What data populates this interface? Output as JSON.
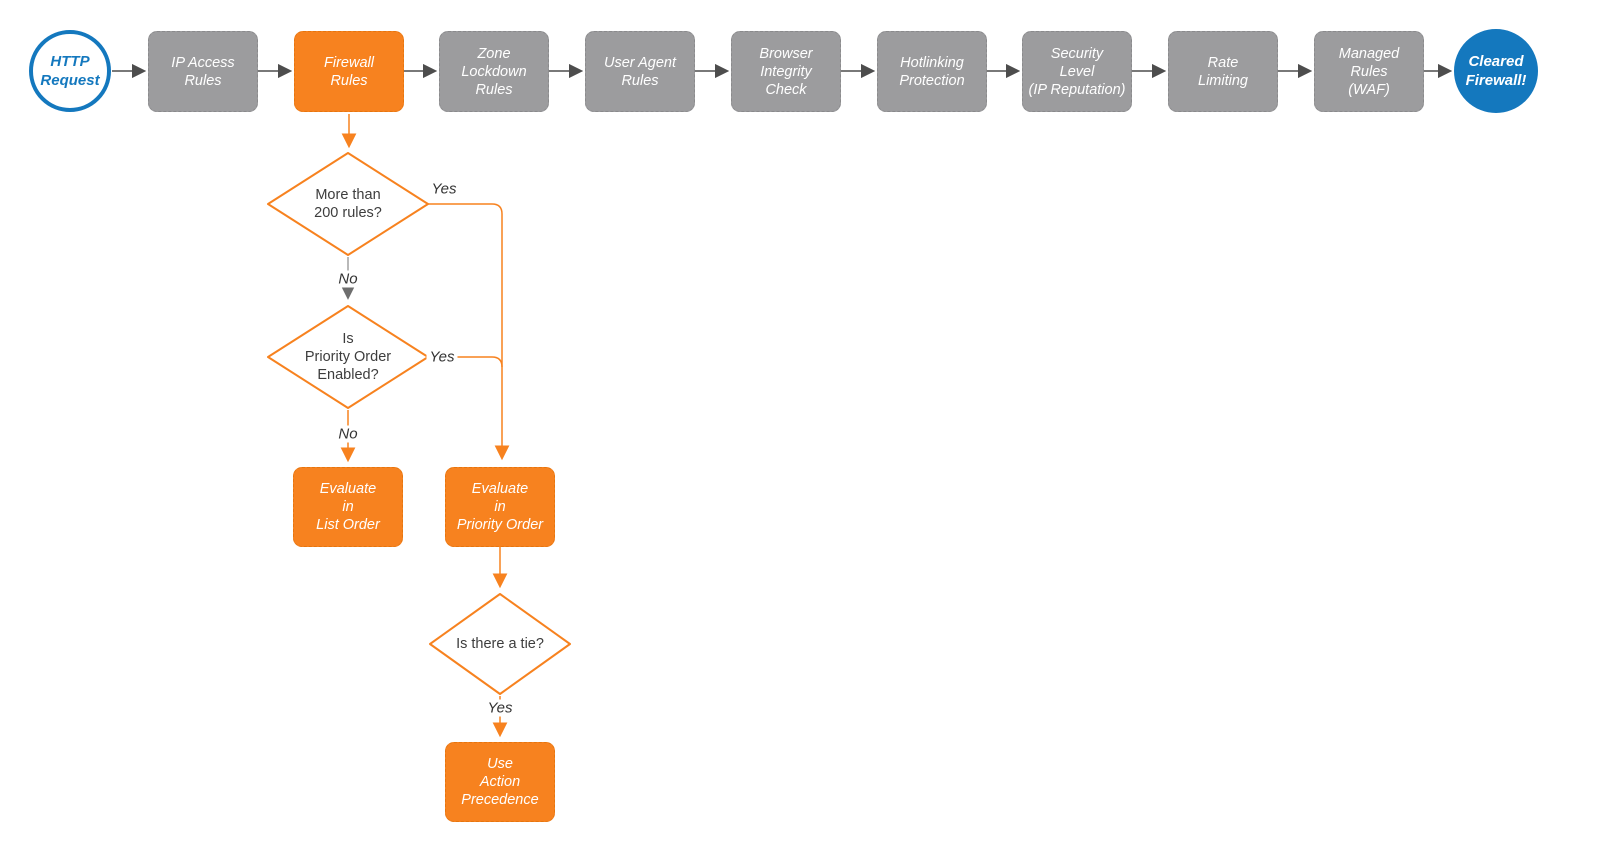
{
  "colors": {
    "accent_orange": "#F7821F",
    "accent_blue": "#1478BE",
    "box_gray": "#9C9C9E",
    "arrow_dark": "#4D4D4D",
    "edge_gray": "#9B9B9B",
    "text_dark": "#3D3D3D"
  },
  "start_node": {
    "label": "HTTP\nRequest"
  },
  "end_node": {
    "label": "Cleared\nFirewall!"
  },
  "pipeline": [
    {
      "label": "IP Access\nRules",
      "highlighted": false
    },
    {
      "label": "Firewall\nRules",
      "highlighted": true
    },
    {
      "label": "Zone\nLockdown\nRules",
      "highlighted": false
    },
    {
      "label": "User Agent\nRules",
      "highlighted": false
    },
    {
      "label": "Browser\nIntegrity\nCheck",
      "highlighted": false
    },
    {
      "label": "Hotlinking\nProtection",
      "highlighted": false
    },
    {
      "label": "Security\nLevel\n(IP Reputation)",
      "highlighted": false
    },
    {
      "label": "Rate\nLimiting",
      "highlighted": false
    },
    {
      "label": "Managed\nRules\n(WAF)",
      "highlighted": false
    }
  ],
  "decisions": [
    {
      "label": "More than\n200 rules?"
    },
    {
      "label": "Is\nPriority Order\nEnabled?"
    },
    {
      "label": "Is there a tie?"
    }
  ],
  "actions": [
    {
      "label": "Evaluate\nin\nList Order"
    },
    {
      "label": "Evaluate\nin\nPriority Order"
    },
    {
      "label": "Use\nAction\nPrecedence"
    }
  ],
  "edge_labels": {
    "more_than_200_yes": "Yes",
    "more_than_200_no": "No",
    "priority_enabled_yes": "Yes",
    "priority_enabled_no": "No",
    "tie_yes": "Yes"
  }
}
